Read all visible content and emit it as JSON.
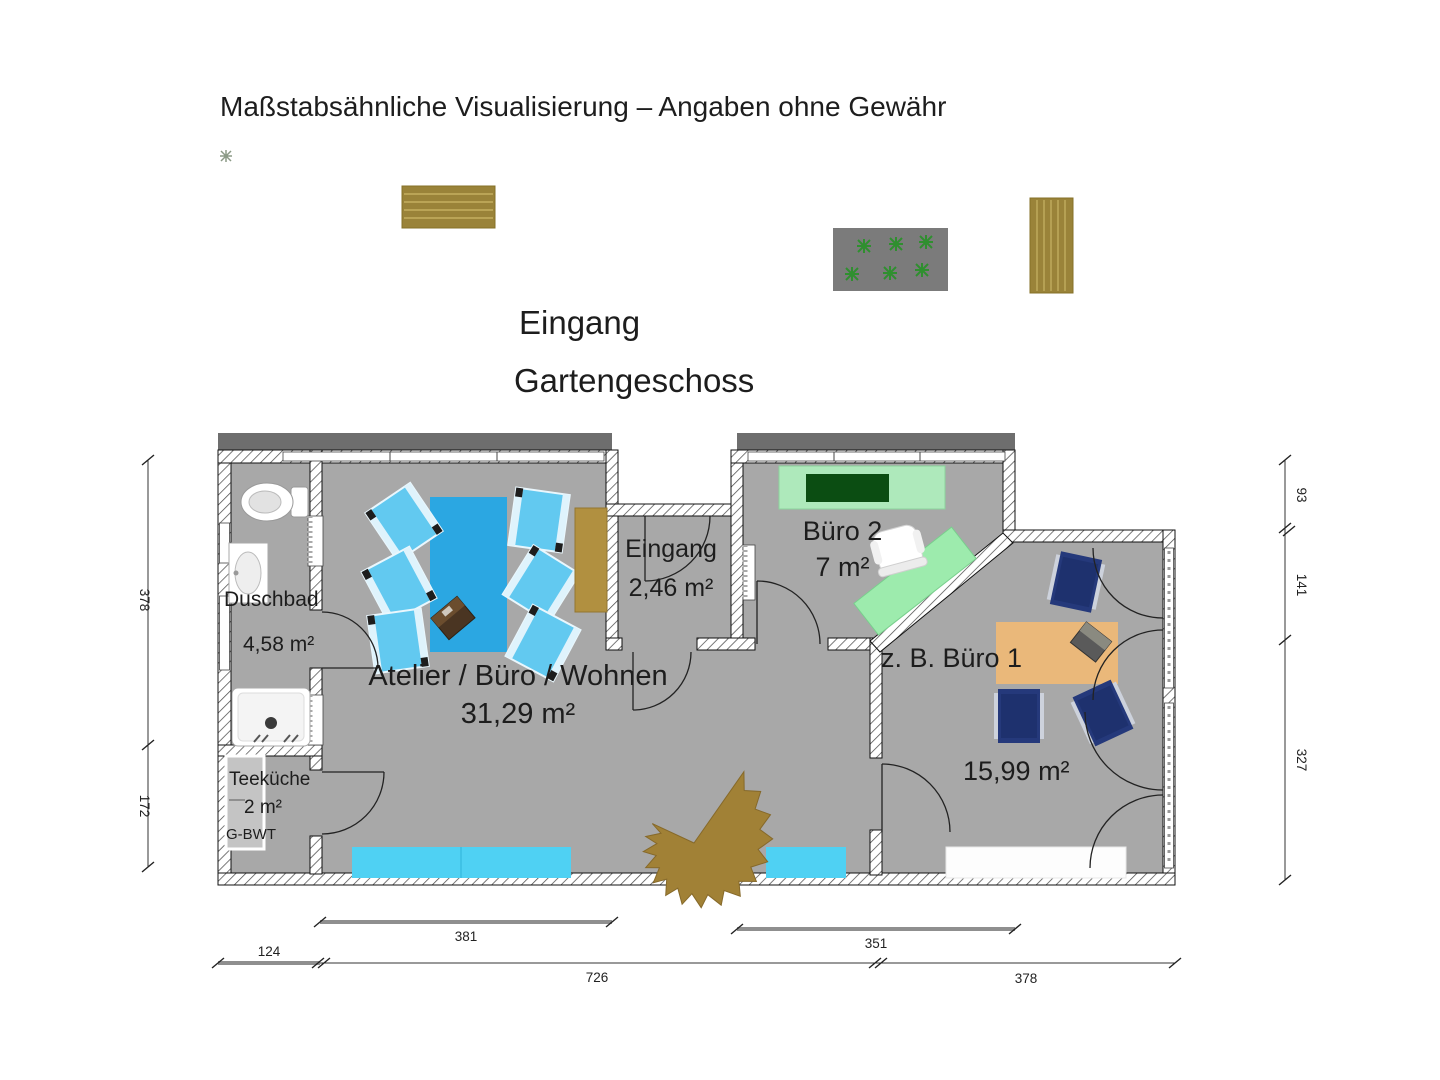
{
  "title": "Maßstabsähnliche Visualisierung – Angaben ohne Gewähr",
  "headings": {
    "entrance": "Eingang",
    "floor": "Gartengeschoss"
  },
  "rooms": {
    "duschbad": {
      "name": "Duschbad",
      "area": "4,58 m²"
    },
    "teekueche": {
      "name": "Teeküche",
      "area": "2 m²",
      "note": "G-BWT"
    },
    "atelier": {
      "name": "Atelier / Büro / Wohnen",
      "area": "31,29 m²"
    },
    "eingang": {
      "name": "Eingang",
      "area": "2,46 m²"
    },
    "buero2": {
      "name": "Büro 2",
      "area": "7 m²"
    },
    "buero1": {
      "name": "z. B. Büro 1",
      "area": "15,99 m²"
    }
  },
  "dimensions": {
    "left": [
      "378",
      "172"
    ],
    "right": [
      "93",
      "141",
      "327"
    ],
    "bottom_upper": [
      "381",
      "351"
    ],
    "bottom_lower": [
      "124",
      "726",
      "378"
    ]
  },
  "colors": {
    "floor": "#a8a8a8",
    "accent_blue": "#2ba7e2",
    "accent_cyan": "#4fd1f3",
    "navy": "#25397b",
    "green_light": "#aee9bb",
    "green_dark": "#0b4d12",
    "desk_tan": "#eab87a",
    "wood": "#a18136",
    "bar_gray": "#6e6e6e"
  }
}
